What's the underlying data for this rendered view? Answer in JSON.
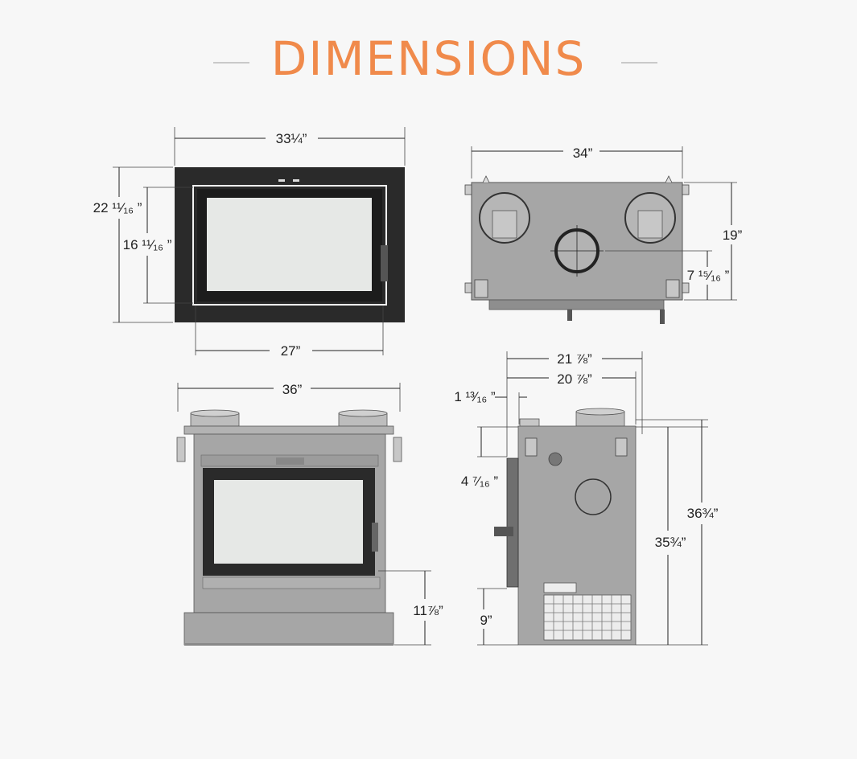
{
  "title": "DIMENSIONS",
  "colors": {
    "title": "#f08a4b",
    "body": "#a6a6a6",
    "frame": "#2a2a2a",
    "glass": "#e6e8e6",
    "background": "#f7f7f7"
  },
  "views": {
    "front_door": {
      "width": "33¼”",
      "height": "22 ¹¹⁄₁₆ ”",
      "glass_height": "16 ¹¹⁄₁₆ ”",
      "glass_width": "27”"
    },
    "top": {
      "width": "34”",
      "depth": "19”",
      "collar_offset": "7 ¹⁵⁄₁₆ ”"
    },
    "front": {
      "width": "36”",
      "base_height": "11⅞”"
    },
    "side": {
      "depth_overall": "21 ⅞”",
      "depth_body": "20 ⅞”",
      "door_offset": "1 ¹³⁄₁₆ ”",
      "top_offset": "4 ⁷⁄₁₆ ”",
      "base_height": "9”",
      "height_overall": "36¾”",
      "height_body": "35¾”"
    }
  }
}
